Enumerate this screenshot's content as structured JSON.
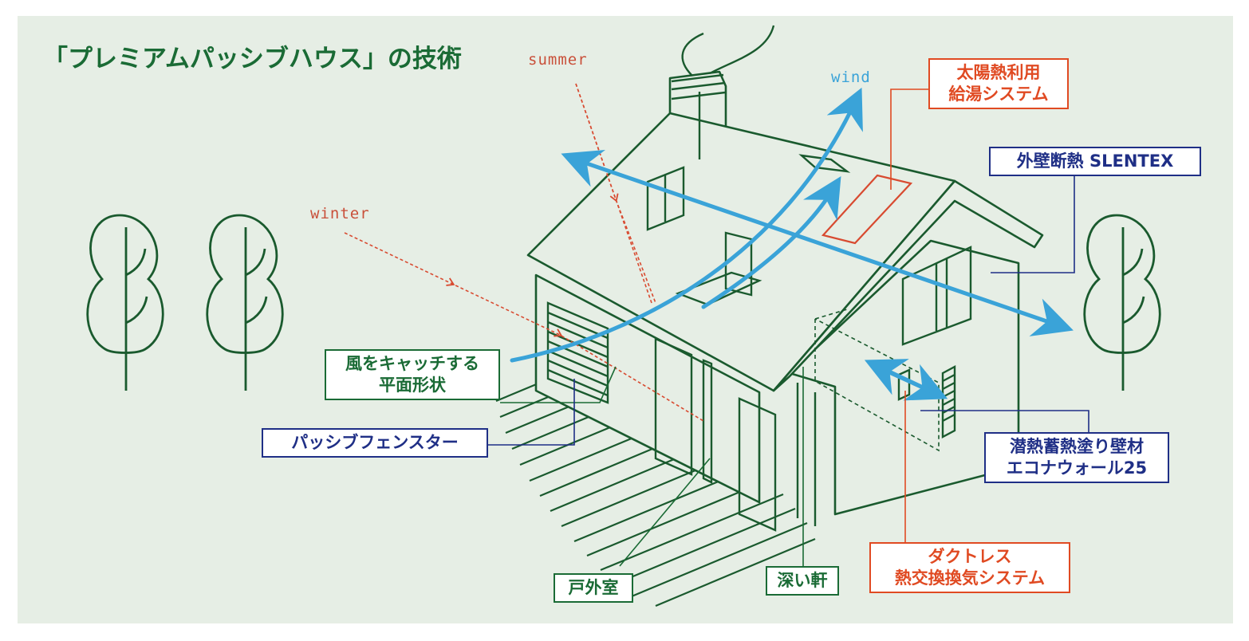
{
  "title": "「プレミアムパッシブハウス」の技術",
  "tags": {
    "summer": "summer",
    "winter": "winter",
    "wind": "wind"
  },
  "labels": {
    "solar": {
      "line1": "太陽熱利用",
      "line2": "給湯システム"
    },
    "slentex": "外壁断熱 SLENTEX",
    "plan": {
      "line1": "風をキャッチする",
      "line2": "平面形状"
    },
    "fenster": "パッシブフェンスター",
    "wallmat": {
      "line1": "潜熱蓄熱塗り壁材",
      "line2": "エコナウォール25"
    },
    "duct": {
      "line1": "ダクトレス",
      "line2": "熱交換換気システム"
    },
    "outdoor": "戸外室",
    "eaves": "深い軒"
  },
  "colors": {
    "background": "#e6eee5",
    "house_line": "#1a5a2e",
    "wind": "#3aa3d8",
    "sun": "#d84a30",
    "green_label": "#1a6b35",
    "blue_label": "#1f2f86",
    "orange_label": "#e04a22"
  }
}
